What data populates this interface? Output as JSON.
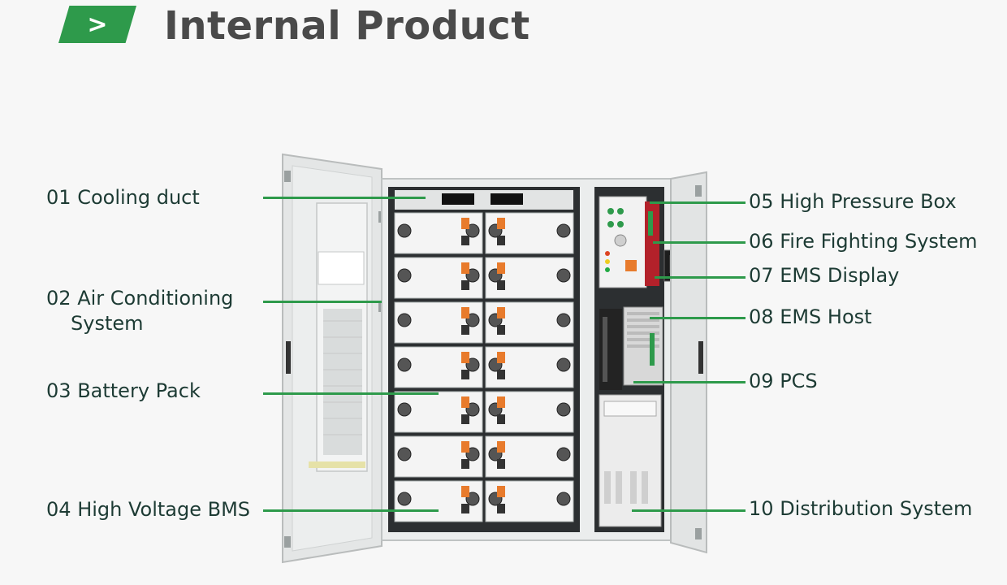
{
  "header": {
    "badge_icon": "chevron-right-icon",
    "badge_glyph": ">",
    "title": "Internal Product"
  },
  "colors": {
    "accent_green": "#2e9a4b",
    "title_gray": "#4a4a4a",
    "label_dark_green": "#1d3b34",
    "background": "#f7f7f7"
  },
  "callouts": [
    {
      "num": "01",
      "text": "Cooling duct"
    },
    {
      "num": "02",
      "text": "Air Conditioning",
      "text2": "System"
    },
    {
      "num": "03",
      "text": "Battery Pack"
    },
    {
      "num": "04",
      "text": "High Voltage BMS"
    },
    {
      "num": "05",
      "text": "High Pressure Box"
    },
    {
      "num": "06",
      "text": "Fire Fighting System"
    },
    {
      "num": "07",
      "text": "EMS Display"
    },
    {
      "num": "08",
      "text": "EMS Host"
    },
    {
      "num": "09",
      "text": "PCS"
    },
    {
      "num": "10",
      "text": "Distribution System"
    }
  ]
}
